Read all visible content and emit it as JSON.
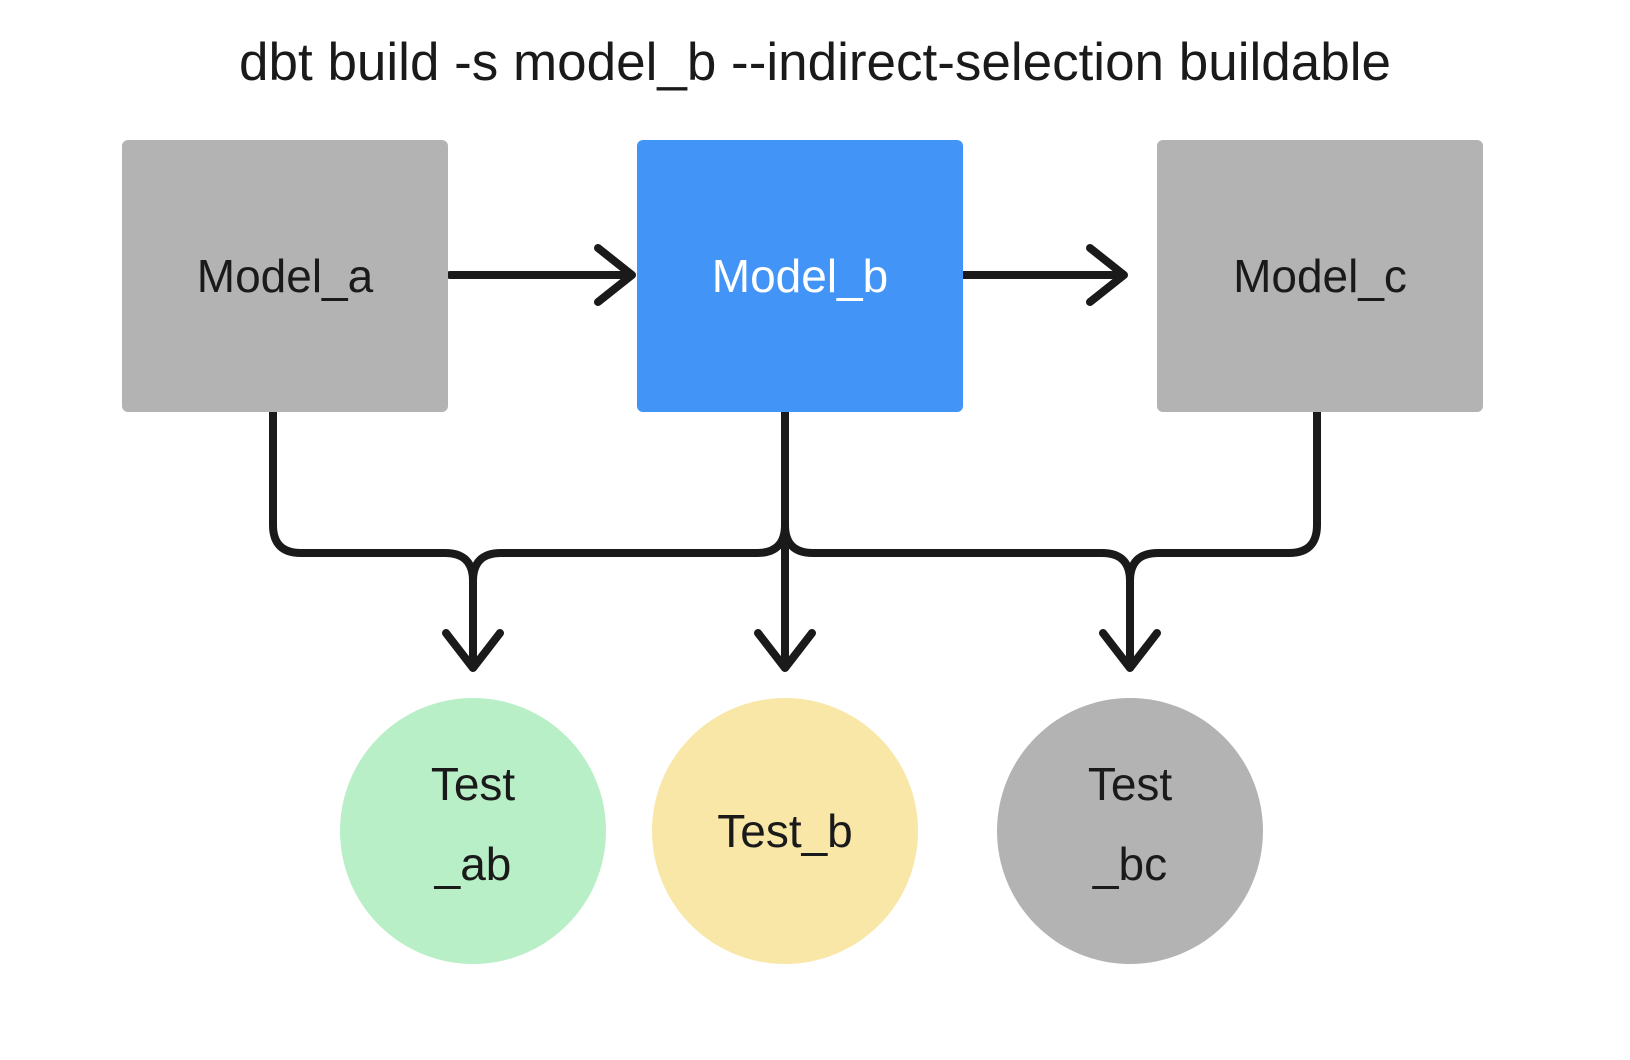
{
  "diagram": {
    "title": "dbt build -s model_b --indirect-selection buildable",
    "background_color": "#ffffff",
    "colors": {
      "selected": "#4394f7",
      "unselected_gray": "#b3b3b3",
      "test_pass_green": "#b8efc6",
      "test_warn_yellow": "#f9e7a8",
      "edge": "#1a1a1a",
      "label_dark": "#1a1a1a",
      "label_light": "#ffffff"
    },
    "models": [
      {
        "id": "model_a",
        "label": "Model_a",
        "shape": "rectangle",
        "color": "#b3b3b3",
        "text_color": "#1a1a1a",
        "selected": false
      },
      {
        "id": "model_b",
        "label": "Model_b",
        "shape": "rectangle",
        "color": "#4394f7",
        "text_color": "#ffffff",
        "selected": true
      },
      {
        "id": "model_c",
        "label": "Model_c",
        "shape": "rectangle",
        "color": "#b3b3b3",
        "text_color": "#1a1a1a",
        "selected": false
      }
    ],
    "tests": [
      {
        "id": "test_ab",
        "label_line1": "Test",
        "label_line2": "_ab",
        "shape": "circle",
        "color": "#b8efc6",
        "text_color": "#1a1a1a",
        "selected": true
      },
      {
        "id": "test_b",
        "label_line1": "Test_b",
        "label_line2": "",
        "shape": "circle",
        "color": "#f9e7a8",
        "text_color": "#1a1a1a",
        "selected": true
      },
      {
        "id": "test_bc",
        "label_line1": "Test",
        "label_line2": "_bc",
        "shape": "circle",
        "color": "#b3b3b3",
        "text_color": "#1a1a1a",
        "selected": false
      }
    ],
    "edges": [
      {
        "from": "model_a",
        "to": "model_b",
        "style": "straight-arrow"
      },
      {
        "from": "model_b",
        "to": "model_c",
        "style": "straight-arrow"
      },
      {
        "from": "model_a",
        "to": "test_ab",
        "style": "elbow-arrow"
      },
      {
        "from": "model_b",
        "to": "test_ab",
        "style": "elbow-arrow"
      },
      {
        "from": "model_b",
        "to": "test_b",
        "style": "straight-arrow"
      },
      {
        "from": "model_b",
        "to": "test_bc",
        "style": "elbow-arrow"
      },
      {
        "from": "model_c",
        "to": "test_bc",
        "style": "elbow-arrow"
      }
    ]
  }
}
